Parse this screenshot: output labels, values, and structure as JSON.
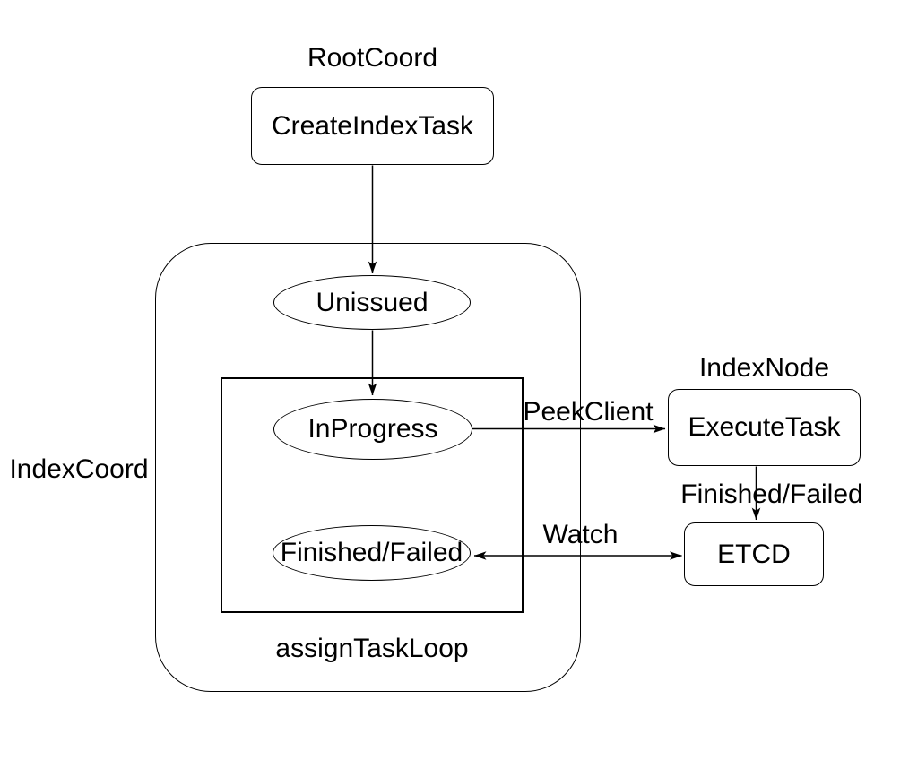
{
  "diagram": {
    "group_labels": {
      "root_coord": "RootCoord",
      "index_coord": "IndexCoord",
      "index_node": "IndexNode",
      "assign_task_loop": "assignTaskLoop"
    },
    "nodes": {
      "create_index_task": "CreateIndexTask",
      "unissued": "Unissued",
      "in_progress": "InProgress",
      "finished_failed": "Finished/Failed",
      "execute_task": "ExecuteTask",
      "etcd": "ETCD"
    },
    "edge_labels": {
      "peek_client": "PeekClient",
      "finished_failed": "Finished/Failed",
      "watch": "Watch"
    },
    "colors": {
      "background": "#ffffff",
      "stroke": "#000000",
      "text": "#000000"
    }
  }
}
